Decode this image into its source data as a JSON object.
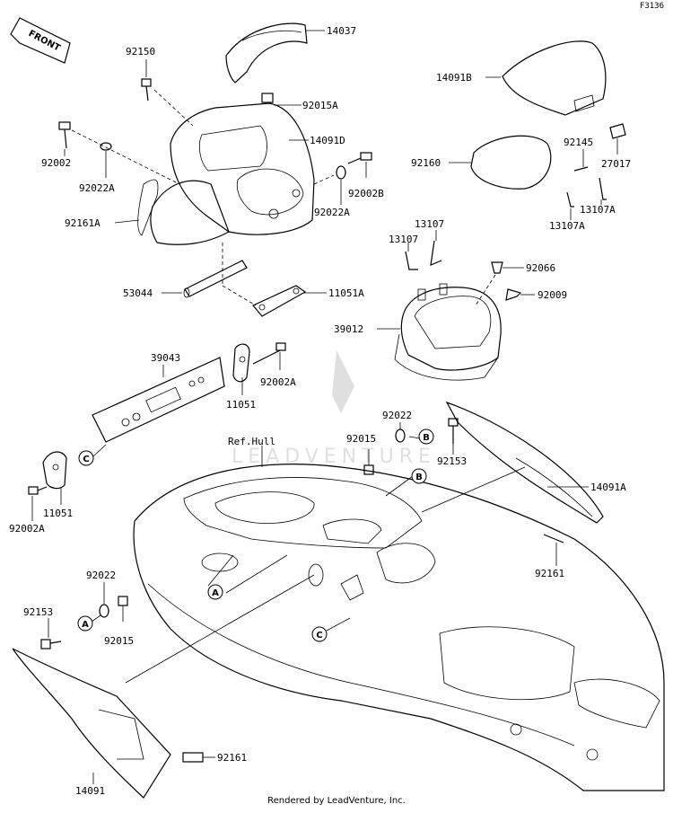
{
  "figure_code": "F3136",
  "front_label": "FRONT",
  "ref_hull_label": "Ref.Hull",
  "footer": "Rendered by LeadVenture, Inc.",
  "watermark": "LEADVENTURE",
  "callouts": [
    "A",
    "B",
    "C"
  ],
  "labels": {
    "l14037": "14037",
    "l92150": "92150",
    "l14091B": "14091B",
    "l92015A": "92015A",
    "l14091D": "14091D",
    "l92002": "92002",
    "l92022A_left": "92022A",
    "l92002B": "92002B",
    "l92022A_right": "92022A",
    "l92161A": "92161A",
    "l92145": "92145",
    "l92160": "92160",
    "l27017": "27017",
    "l13107A_a": "13107A",
    "l13107A_b": "13107A",
    "l13107_a": "13107",
    "l13107_b": "13107",
    "l92066": "92066",
    "l53044": "53044",
    "l11051A": "11051A",
    "l92009": "92009",
    "l39012": "39012",
    "l39043": "39043",
    "l92002A_upper": "92002A",
    "l11051_upper": "11051",
    "l92022_upper": "92022",
    "l92015_upper": "92015",
    "l92153_upper": "92153",
    "l14091A": "14091A",
    "l11051_lower": "11051",
    "l92002A_lower": "92002A",
    "l92161_right": "92161",
    "l92022_lower": "92022",
    "l92153_lower": "92153",
    "l92015_lower": "92015",
    "l92161_lower": "92161",
    "l14091": "14091"
  }
}
